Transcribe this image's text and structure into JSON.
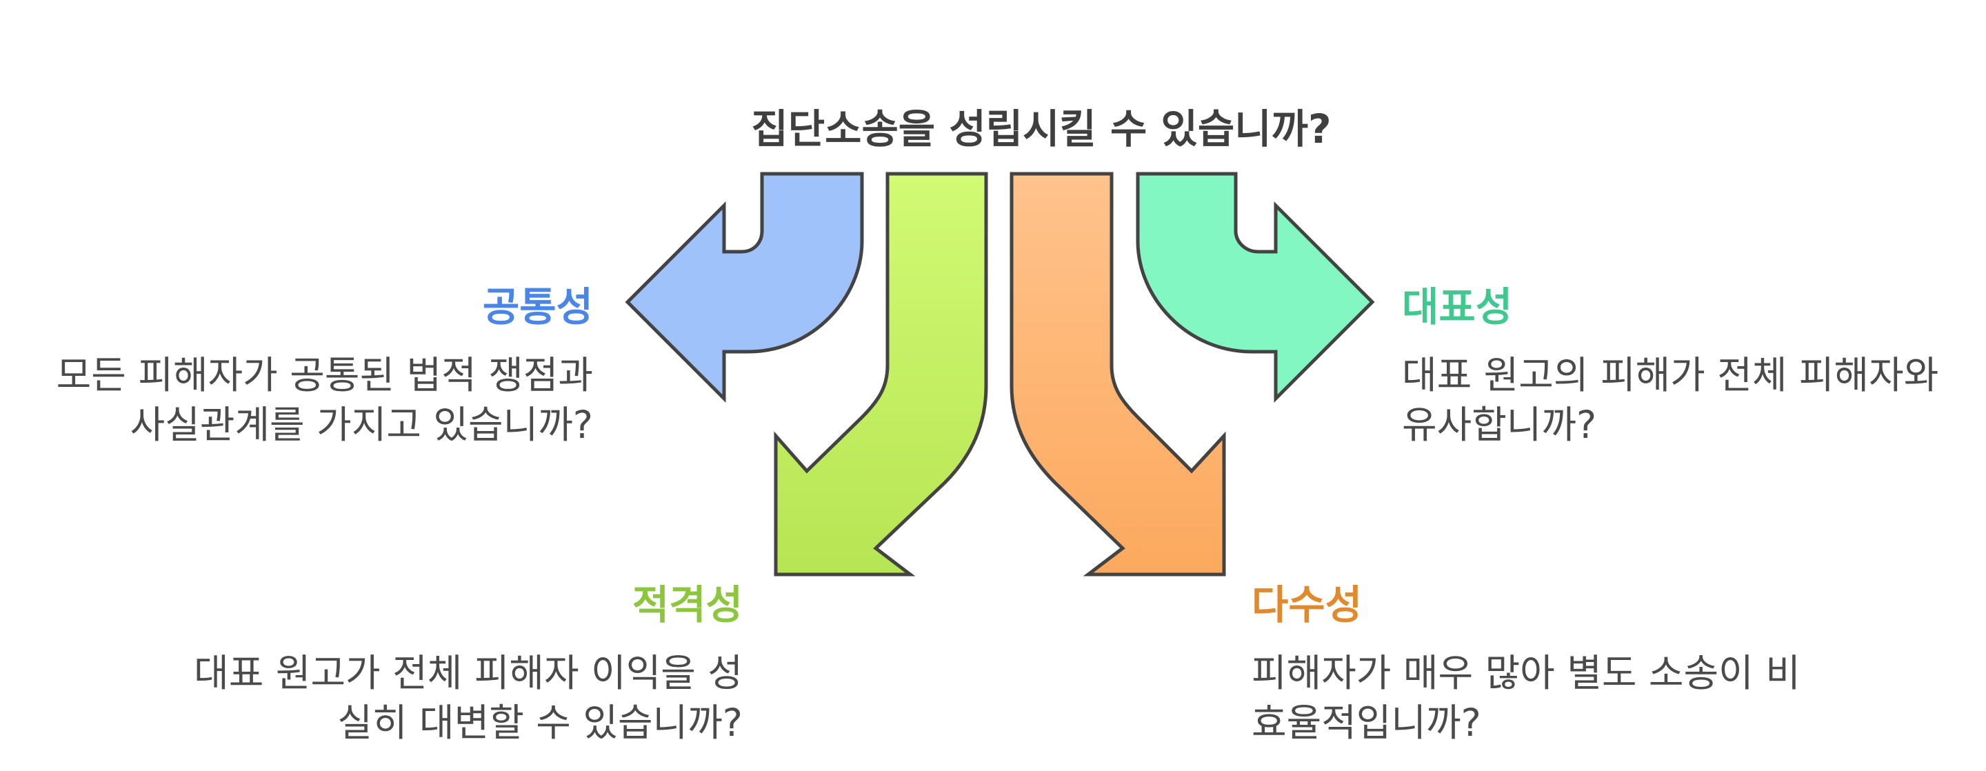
{
  "title": "집단소송을 성립시킬 수 있습니까?",
  "branches": {
    "commonality": {
      "label": "공통성",
      "description": "모든 피해자가 공통된 법적 쟁점과 사실관계를 가지고 있습니까?",
      "color": "#4a86e8",
      "fill": "#9fc2fb"
    },
    "adequacy": {
      "label": "적격성",
      "description": "대표 원고가 전체 피해자 이익을 성실히 대변할 수 있습니까?",
      "color": "#8cc63f",
      "fill": "#c6f46a"
    },
    "numerosity": {
      "label": "다수성",
      "description": "피해자가 매우 많아 별도 소송이 비효율적입니까?",
      "color": "#e08a2d",
      "fill": "#fdb66e"
    },
    "typicality": {
      "label": "대표성",
      "description": "대표 원고의 피해가 전체 피해자와 유사합니까?",
      "color": "#3fc98f",
      "fill": "#83f7c2"
    }
  }
}
